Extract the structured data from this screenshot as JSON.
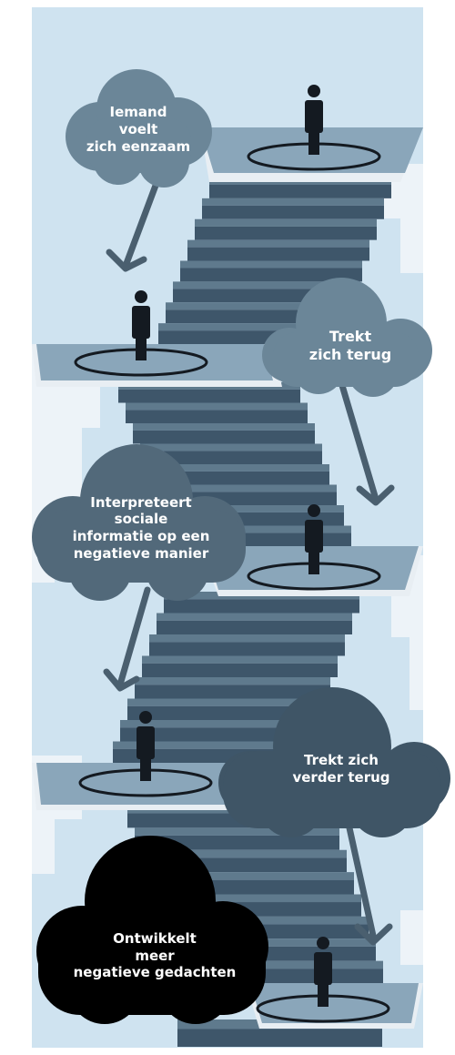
{
  "colors": {
    "sky": "#cfe3f0",
    "wall": "#e9f1f7",
    "step_top": "#5f7a8d",
    "step_face": "#3e566a",
    "landing_top": "#8aa6ba",
    "figure": "#141a21",
    "cloud_1": "#6b8698",
    "cloud_2": "#6b8698",
    "cloud_3": "#52697a",
    "cloud_4": "#3f5566",
    "cloud_5": "#000000",
    "arrow": "#4a5f6f"
  },
  "diagram": {
    "steps": [
      {
        "id": "step-1",
        "lines": [
          "Iemand",
          "voelt",
          "zich eenzaam"
        ]
      },
      {
        "id": "step-2",
        "lines": [
          "Trekt",
          "zich terug"
        ]
      },
      {
        "id": "step-3",
        "lines": [
          "Interpreteert",
          "sociale",
          "informatie op een",
          "negatieve manier"
        ]
      },
      {
        "id": "step-4",
        "lines": [
          "Trekt zich",
          "verder terug"
        ]
      },
      {
        "id": "step-5",
        "lines": [
          "Ontwikkelt",
          "meer",
          "negatieve gedachten"
        ]
      }
    ]
  }
}
